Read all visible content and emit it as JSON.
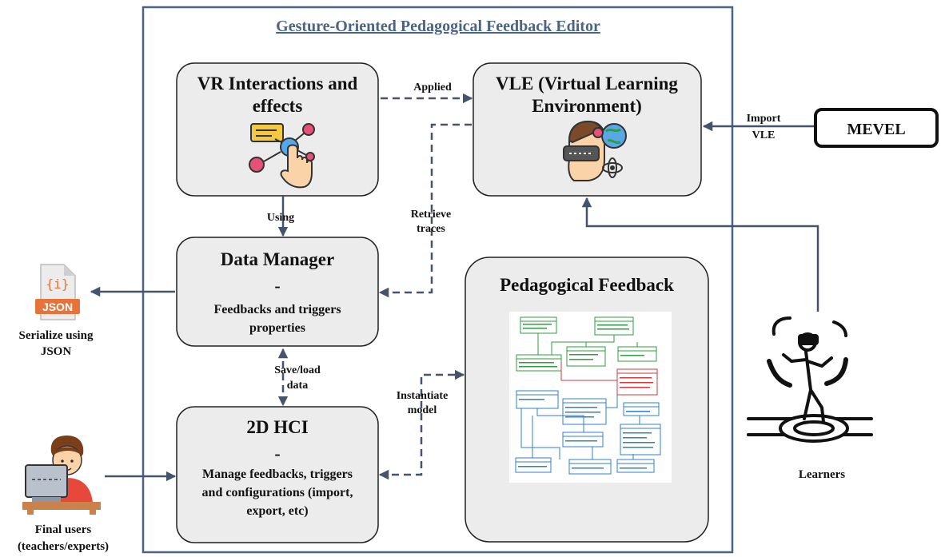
{
  "editor": {
    "title": "Gesture-Oriented Pedagogical Feedback Editor"
  },
  "boxes": {
    "vr": {
      "title_line1": "VR Interactions and",
      "title_line2": "effects"
    },
    "vle": {
      "title_line1": "VLE (Virtual Learning",
      "title_line2": "Environment)"
    },
    "data_manager": {
      "title": "Data Manager",
      "separator": "-",
      "desc_line1": "Feedbacks and triggers",
      "desc_line2": "properties"
    },
    "pedagogical": {
      "title": "Pedagogical Feedback"
    },
    "hci": {
      "title": "2D HCI",
      "separator": "-",
      "desc_line1": "Manage feedbacks, triggers",
      "desc_line2": "and configurations (import,",
      "desc_line3": "export, etc)"
    }
  },
  "arrows": {
    "applied": "Applied",
    "using": "Using",
    "retrieve_line1": "Retrieve",
    "retrieve_line2": "traces",
    "saveload_line1": "Save/load",
    "saveload_line2": "data",
    "instantiate_line1": "Instantiate",
    "instantiate_line2": "model",
    "import_line1": "Import",
    "import_line2": "VLE"
  },
  "external": {
    "mevel": "MEVEL",
    "json_badge": "JSON",
    "json_glyph": "{i}",
    "json_label_line1": "Serialize using",
    "json_label_line2": "JSON",
    "learners": "Learners",
    "users_line1": "Final users",
    "users_line2": "(teachers/experts)"
  },
  "icons": [
    "vr-interaction-icon",
    "vr-headset-icon",
    "json-file-icon",
    "learner-vr-icon",
    "teacher-computer-icon",
    "uml-class-diagram"
  ],
  "colors": {
    "frame": "#4a6584",
    "arrow": "#44546a",
    "box_fill": "#ececec",
    "json_orange": "#e6743a",
    "uml_green": "#2e9e3e",
    "uml_blue": "#2f7fd0",
    "uml_red": "#d23b3b"
  }
}
